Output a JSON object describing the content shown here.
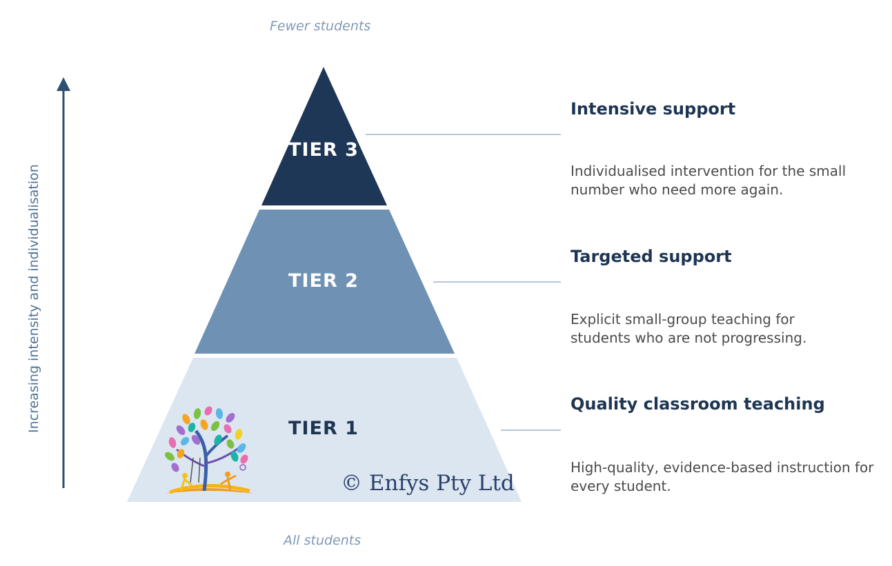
{
  "top_caption": "Fewer students",
  "bottom_caption": "All students",
  "axis_label": "Increasing intensity and individualisation",
  "copyright": "© Enfys Pty Ltd",
  "tiers": [
    {
      "label": "TIER 3",
      "title": "Intensive support",
      "description": "Individualised intervention for the small number who need more again.",
      "color": "#1f3756",
      "label_color": "#ffffff"
    },
    {
      "label": "TIER 2",
      "title": "Targeted support",
      "description": "Explicit small-group teaching for students who are not progressing.",
      "color": "#6f92b4",
      "label_color": "#ffffff"
    },
    {
      "label": "TIER 1",
      "title": "Quality classroom teaching",
      "description": "High-quality, evidence-based instruction for every student.",
      "color": "#dce6f0",
      "label_color": "#1e3552"
    }
  ],
  "colors": {
    "arrow": "#2d4f72",
    "connector": "#b6c8d9",
    "caption": "#7f98b3"
  }
}
